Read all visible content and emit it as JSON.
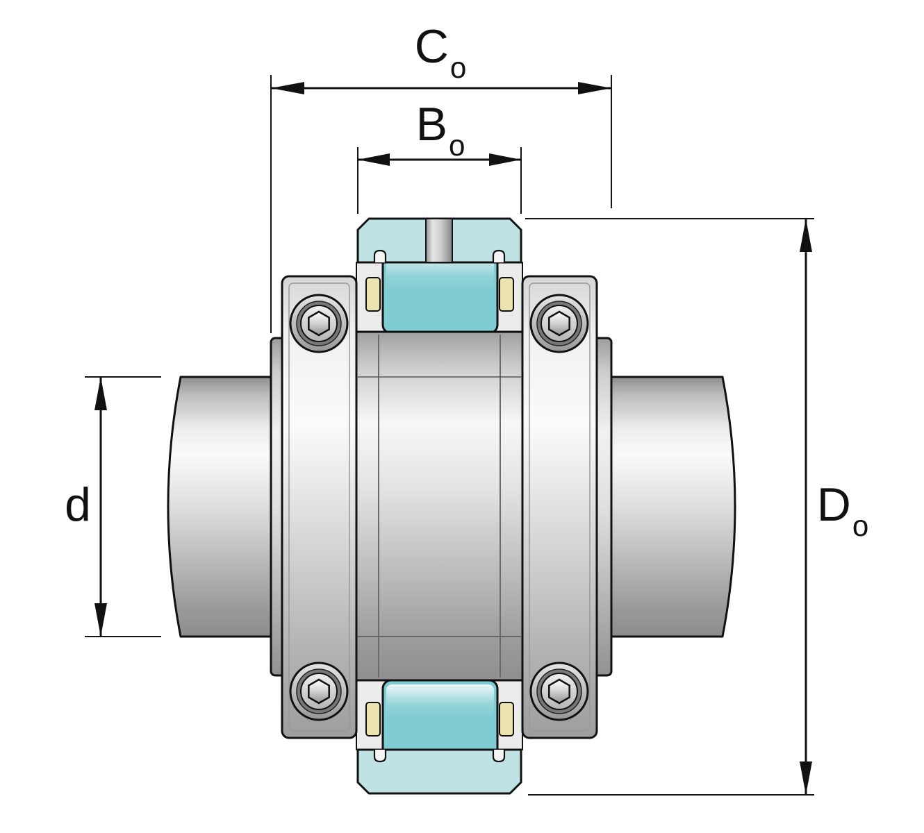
{
  "dimensions": {
    "c": {
      "main": "C",
      "sub": "o"
    },
    "b": {
      "main": "B",
      "sub": "o"
    },
    "d": {
      "main": "d",
      "sub": ""
    },
    "do": {
      "main": "D",
      "sub": "o"
    }
  },
  "colors": {
    "line": "#111111",
    "teal": "#7fccd2",
    "teal_light": "#bfe3e5",
    "brass": "#ece4af"
  }
}
